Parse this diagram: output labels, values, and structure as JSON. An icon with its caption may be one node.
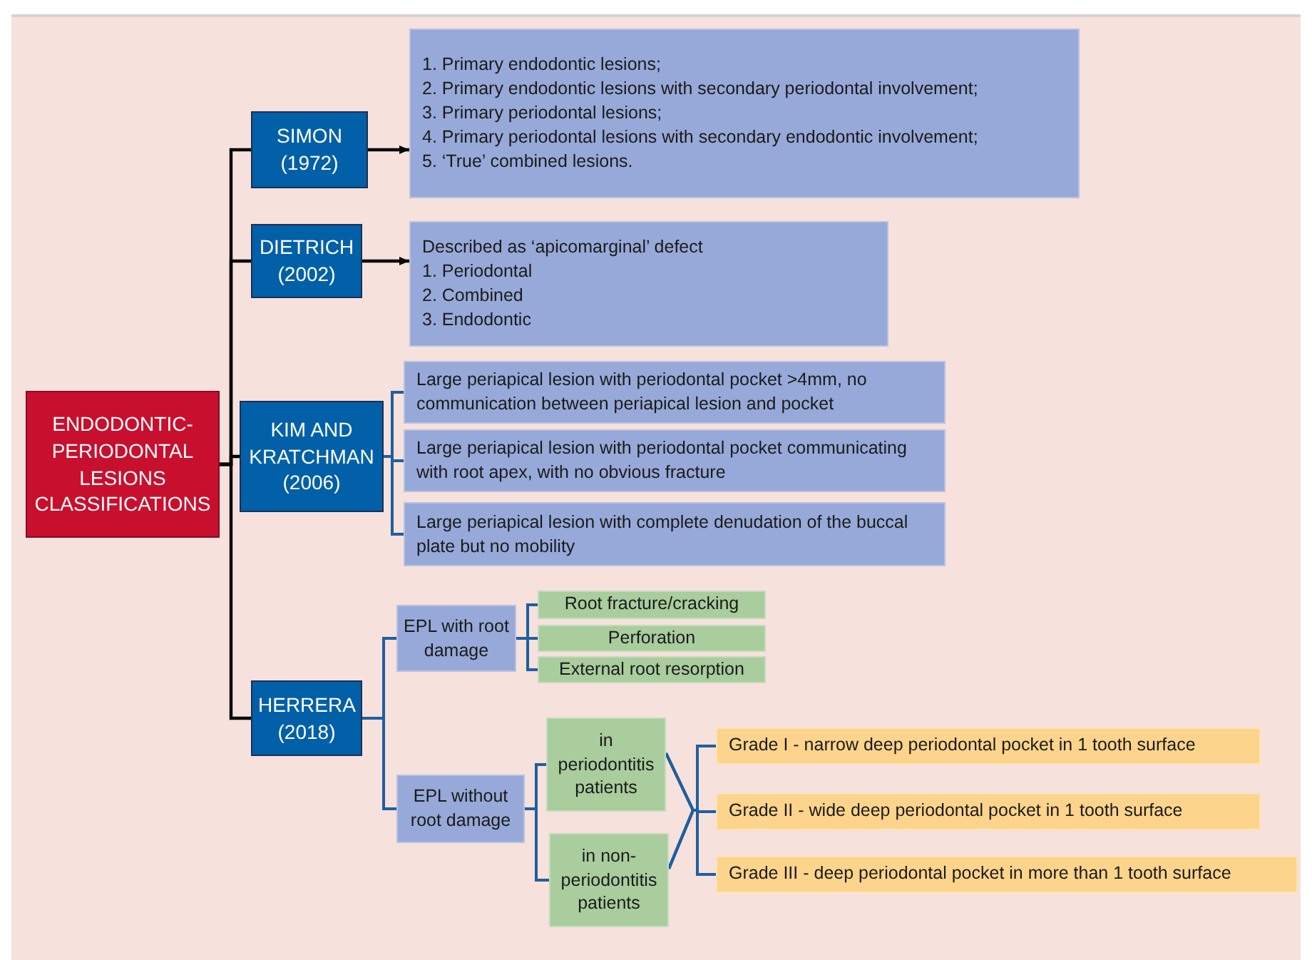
{
  "diagram": {
    "nodes": [
      {
        "text": [
          "ENDODONTIC-PERIODONTAL LESIONS CLASSIFICATIONS"
        ]
      },
      {
        "text": [
          "SIMON (1972)"
        ]
      },
      {
        "text": [
          "1. Primary endodontic lesions;",
          "2. Primary endodontic lesions with secondary periodontal involvement;",
          "3. Primary periodontal lesions;",
          "4. Primary periodontal lesions with secondary endodontic involvement;",
          "5. ‘True’ combined lesions."
        ]
      },
      {
        "text": [
          "DIETRICH (2002)"
        ]
      },
      {
        "text": [
          "Described as ‘apicomarginal’ defect",
          "1. Periodontal",
          "2. Combined",
          "3. Endodontic"
        ]
      },
      {
        "text": [
          "KIM AND KRATCHMAN (2006)"
        ]
      },
      {
        "text": [
          "Large periapical lesion with periodontal pocket >4mm, no communication between periapical lesion and pocket"
        ]
      },
      {
        "text": [
          "Large periapical lesion with periodontal pocket communicating with root apex, with no obvious fracture"
        ]
      },
      {
        "text": [
          "Large periapical lesion with complete denudation of the buccal plate but no mobility"
        ]
      },
      {
        "text": [
          "HERRERA (2018)"
        ]
      },
      {
        "text": [
          "EPL with root damage"
        ]
      },
      {
        "text": [
          "Root fracture/cracking"
        ]
      },
      {
        "text": [
          "Perforation"
        ]
      },
      {
        "text": [
          "External root resorption"
        ]
      },
      {
        "text": [
          "EPL without root damage"
        ]
      },
      {
        "text": [
          "in periodontitis patients"
        ]
      },
      {
        "text": [
          "in non-periodontitis patients"
        ]
      },
      {
        "text": [
          "Grade I - narrow deep periodontal pocket in 1 tooth surface"
        ]
      },
      {
        "text": [
          "Grade II - wide deep periodontal pocket in 1 tooth surface"
        ]
      },
      {
        "text": [
          "Grade III - deep periodontal pocket in more than 1 tooth surface"
        ]
      }
    ],
    "edges": [
      {
        "from": 0,
        "to": 1,
        "arrow": "none",
        "color": "#000000"
      },
      {
        "from": 0,
        "to": 3,
        "arrow": "none",
        "color": "#000000"
      },
      {
        "from": 0,
        "to": 5,
        "arrow": "none",
        "color": "#000000"
      },
      {
        "from": 0,
        "to": 9,
        "arrow": "none",
        "color": "#000000"
      },
      {
        "from": 1,
        "to": 2,
        "arrow": "to",
        "color": "#000000"
      },
      {
        "from": 3,
        "to": 4,
        "arrow": "to",
        "color": "#000000"
      },
      {
        "from": 5,
        "to": 6,
        "arrow": "none"
      },
      {
        "from": 5,
        "to": 7,
        "arrow": "none"
      },
      {
        "from": 5,
        "to": 8,
        "arrow": "none"
      },
      {
        "from": 9,
        "to": 10,
        "arrow": "none"
      },
      {
        "from": 9,
        "to": 14,
        "arrow": "none"
      },
      {
        "from": 10,
        "to": 11,
        "arrow": "none"
      },
      {
        "from": 10,
        "to": 12,
        "arrow": "none"
      },
      {
        "from": 10,
        "to": 13,
        "arrow": "none"
      },
      {
        "from": 14,
        "to": 15,
        "arrow": "none"
      },
      {
        "from": 14,
        "to": 16,
        "arrow": "none"
      },
      {
        "from": 15,
        "to": 17,
        "arrow": "none"
      },
      {
        "from": 15,
        "to": 18,
        "arrow": "none"
      },
      {
        "from": 15,
        "to": 19,
        "arrow": "none"
      },
      {
        "from": 16,
        "to": 17,
        "arrow": "none"
      },
      {
        "from": 16,
        "to": 18,
        "arrow": "none"
      },
      {
        "from": 16,
        "to": 19,
        "arrow": "none"
      }
    ]
  }
}
